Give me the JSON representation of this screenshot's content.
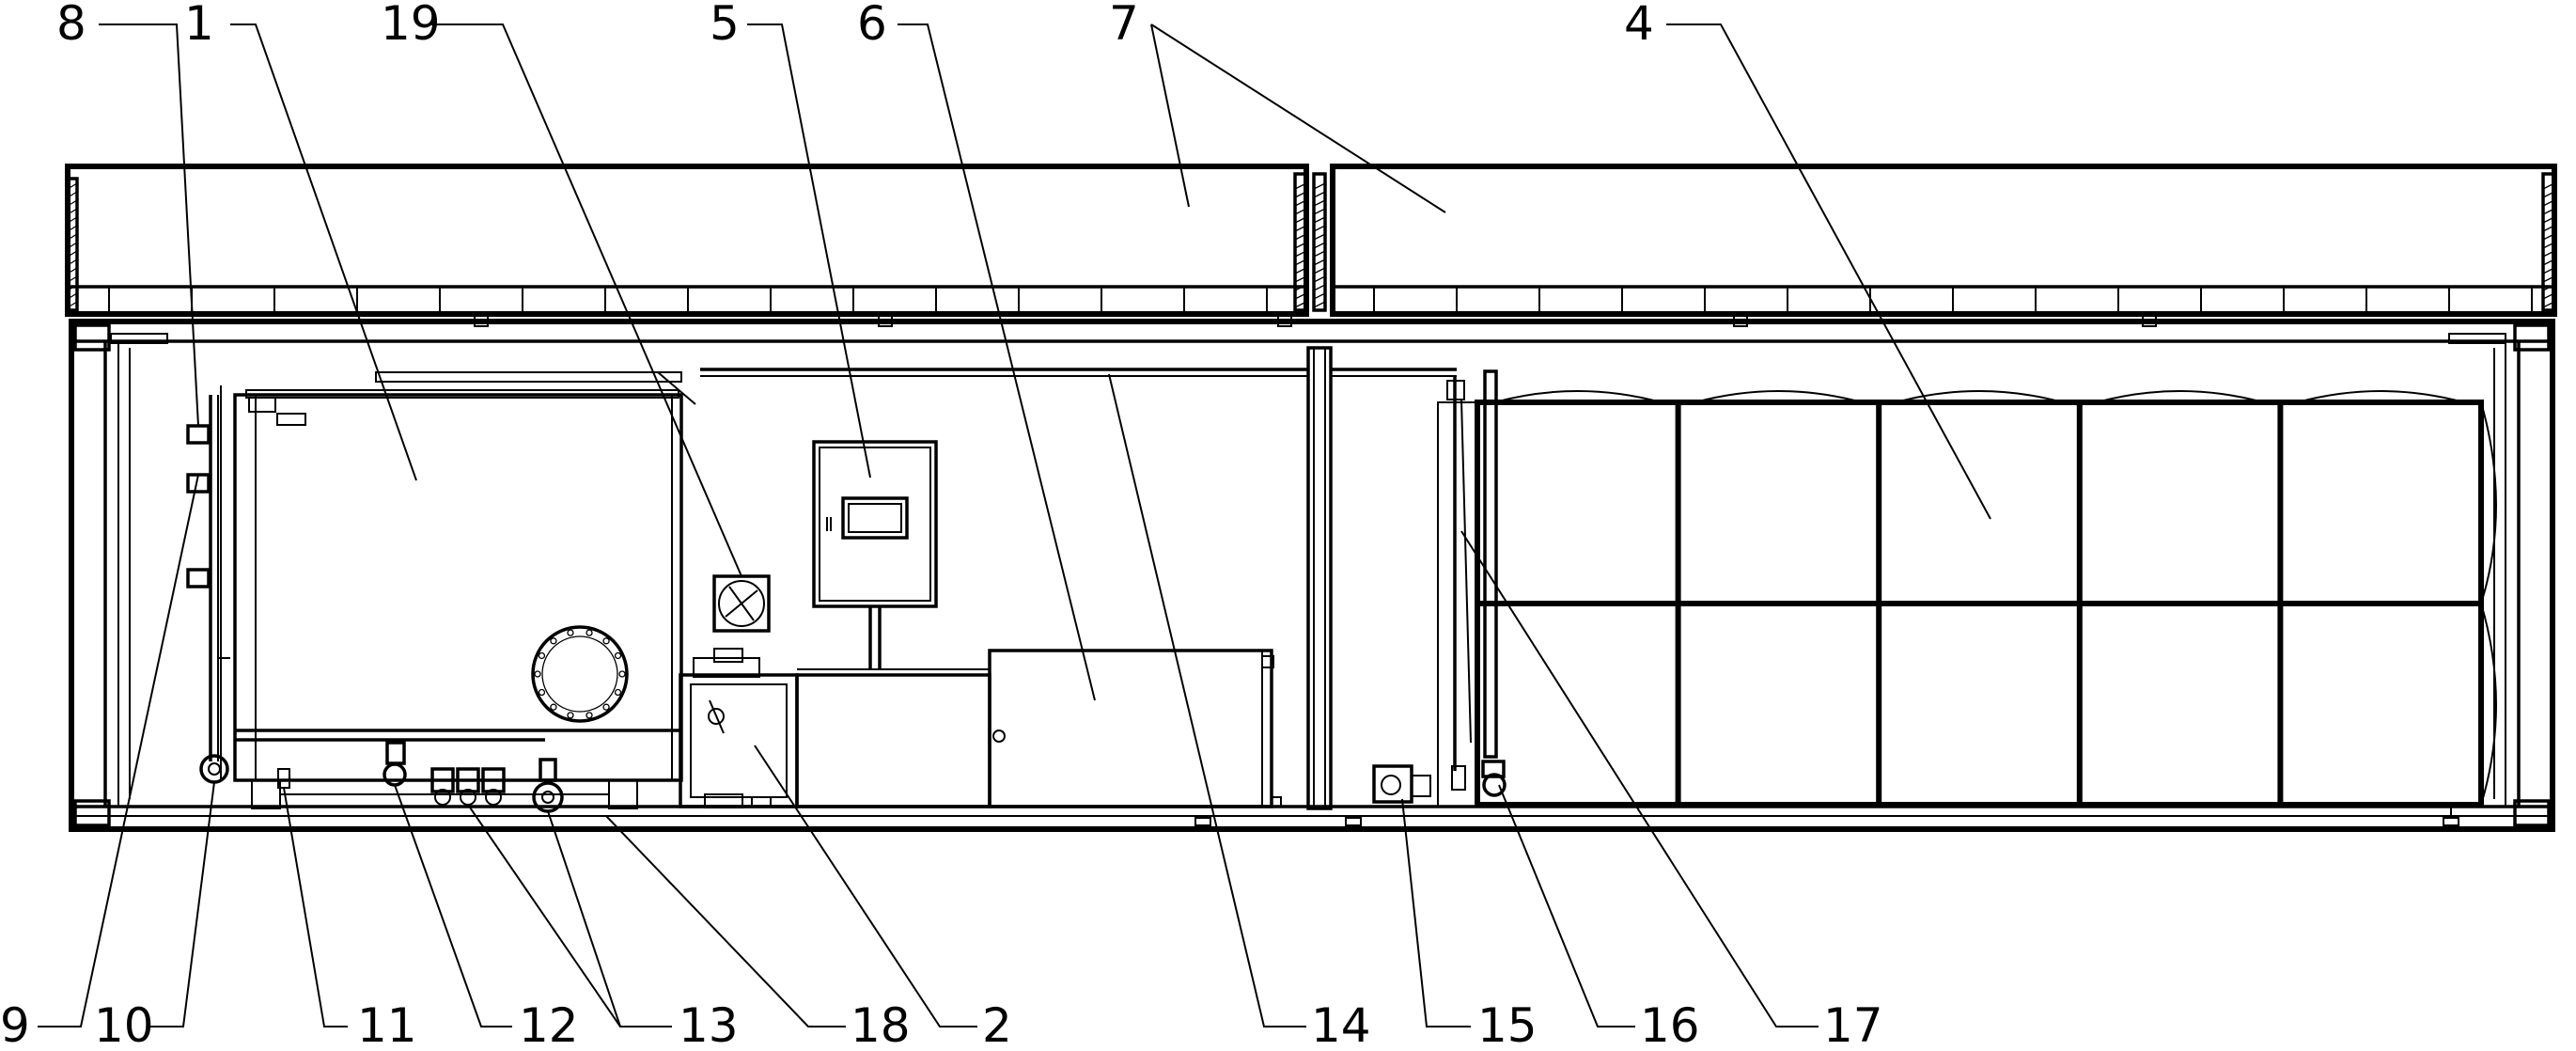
{
  "labels": {
    "top": [
      "8",
      "1",
      "19",
      "5",
      "6",
      "7",
      "4"
    ],
    "bottom": [
      "9",
      "10",
      "11",
      "12",
      "13",
      "18",
      "2",
      "14",
      "15",
      "16",
      "17"
    ]
  },
  "colors": {
    "stroke": "#000000",
    "background": "#ffffff"
  }
}
